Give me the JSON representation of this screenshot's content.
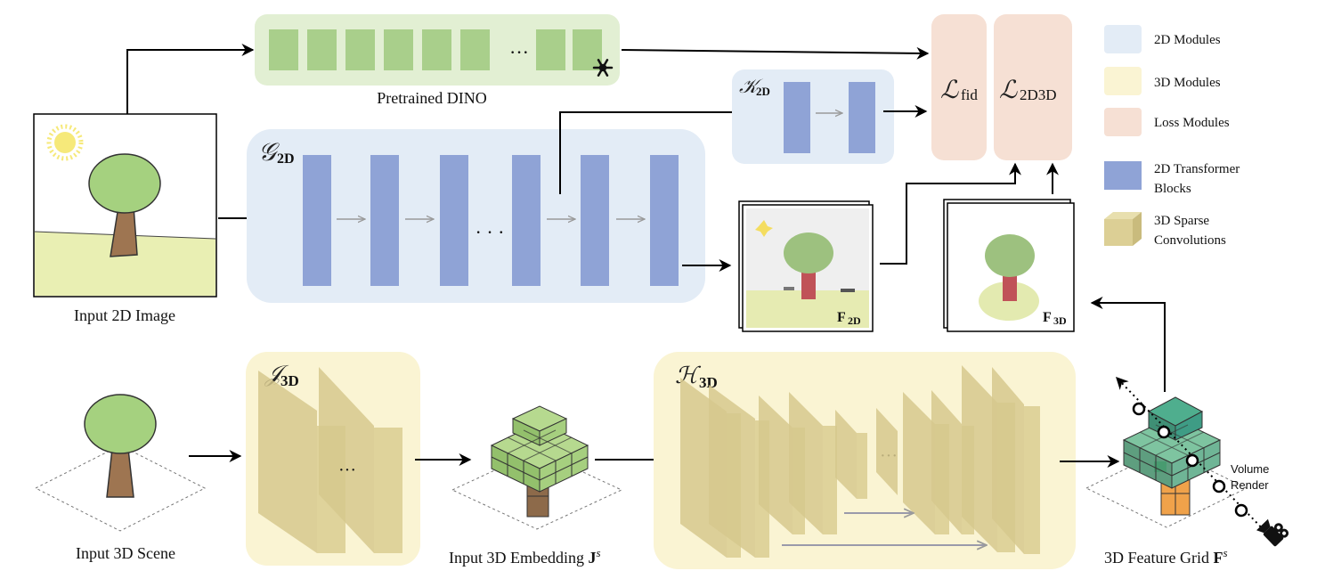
{
  "labels": {
    "pretrained_dino": "Pretrained DINO",
    "dino_ellipsis": "···",
    "input_2d_image": "Input 2D Image",
    "g2d_main": "𝒢",
    "g2d_sub": "2D",
    "g2d_ellipsis": "· · ·",
    "k2d_main": "𝒦",
    "k2d_sub": "2D",
    "loss_fid_main": "ℒ",
    "loss_fid_sub": "fid",
    "loss_2d3d_main": "ℒ",
    "loss_2d3d_sub": "2D3D",
    "f2d_main": "F",
    "f2d_sub": "2D",
    "f3d_main": "F",
    "f3d_sub": "3D",
    "input_3d_scene": "Input 3D Scene",
    "j3d_main": "𝒥",
    "j3d_sub": "3D",
    "j3d_ellipsis": "···",
    "input_3d_embedding_text": "Input 3D Embedding ",
    "input_3d_embedding_main": "J",
    "input_3d_embedding_sup": "s",
    "h3d_main": "ℋ",
    "h3d_sub": "3D",
    "h3d_ellipsis": "···",
    "feature_grid_text": "3D Feature Grid ",
    "feature_grid_main": "F",
    "feature_grid_sup": "s",
    "volume": "Volume",
    "render": "Render"
  },
  "legend": [
    {
      "label": "2D Modules",
      "color": "#e3ecf6"
    },
    {
      "label": "3D Modules",
      "color": "#faf4d3"
    },
    {
      "label": "Loss Modules",
      "color": "#f6e0d4"
    },
    {
      "label_line1": "2D Transformer",
      "label_line2": "Blocks",
      "color": "#8fa3d6"
    },
    {
      "label_line1": "3D Sparse",
      "label_line2": "Convolutions",
      "color": "#dccf95"
    }
  ],
  "colors": {
    "module_2d": "#e3ecf6",
    "module_3d": "#faf4d3",
    "module_loss": "#f6e0d4",
    "transformer_block": "#8fa3d6",
    "sparse_conv": "#dccf95",
    "dino_block": "#a9cf8b",
    "dino_panel": "#e2efd3"
  },
  "icons": [
    "sun-icon",
    "tree-icon",
    "snowflake-icon",
    "camera-icon",
    "voxel-tree-icon"
  ]
}
